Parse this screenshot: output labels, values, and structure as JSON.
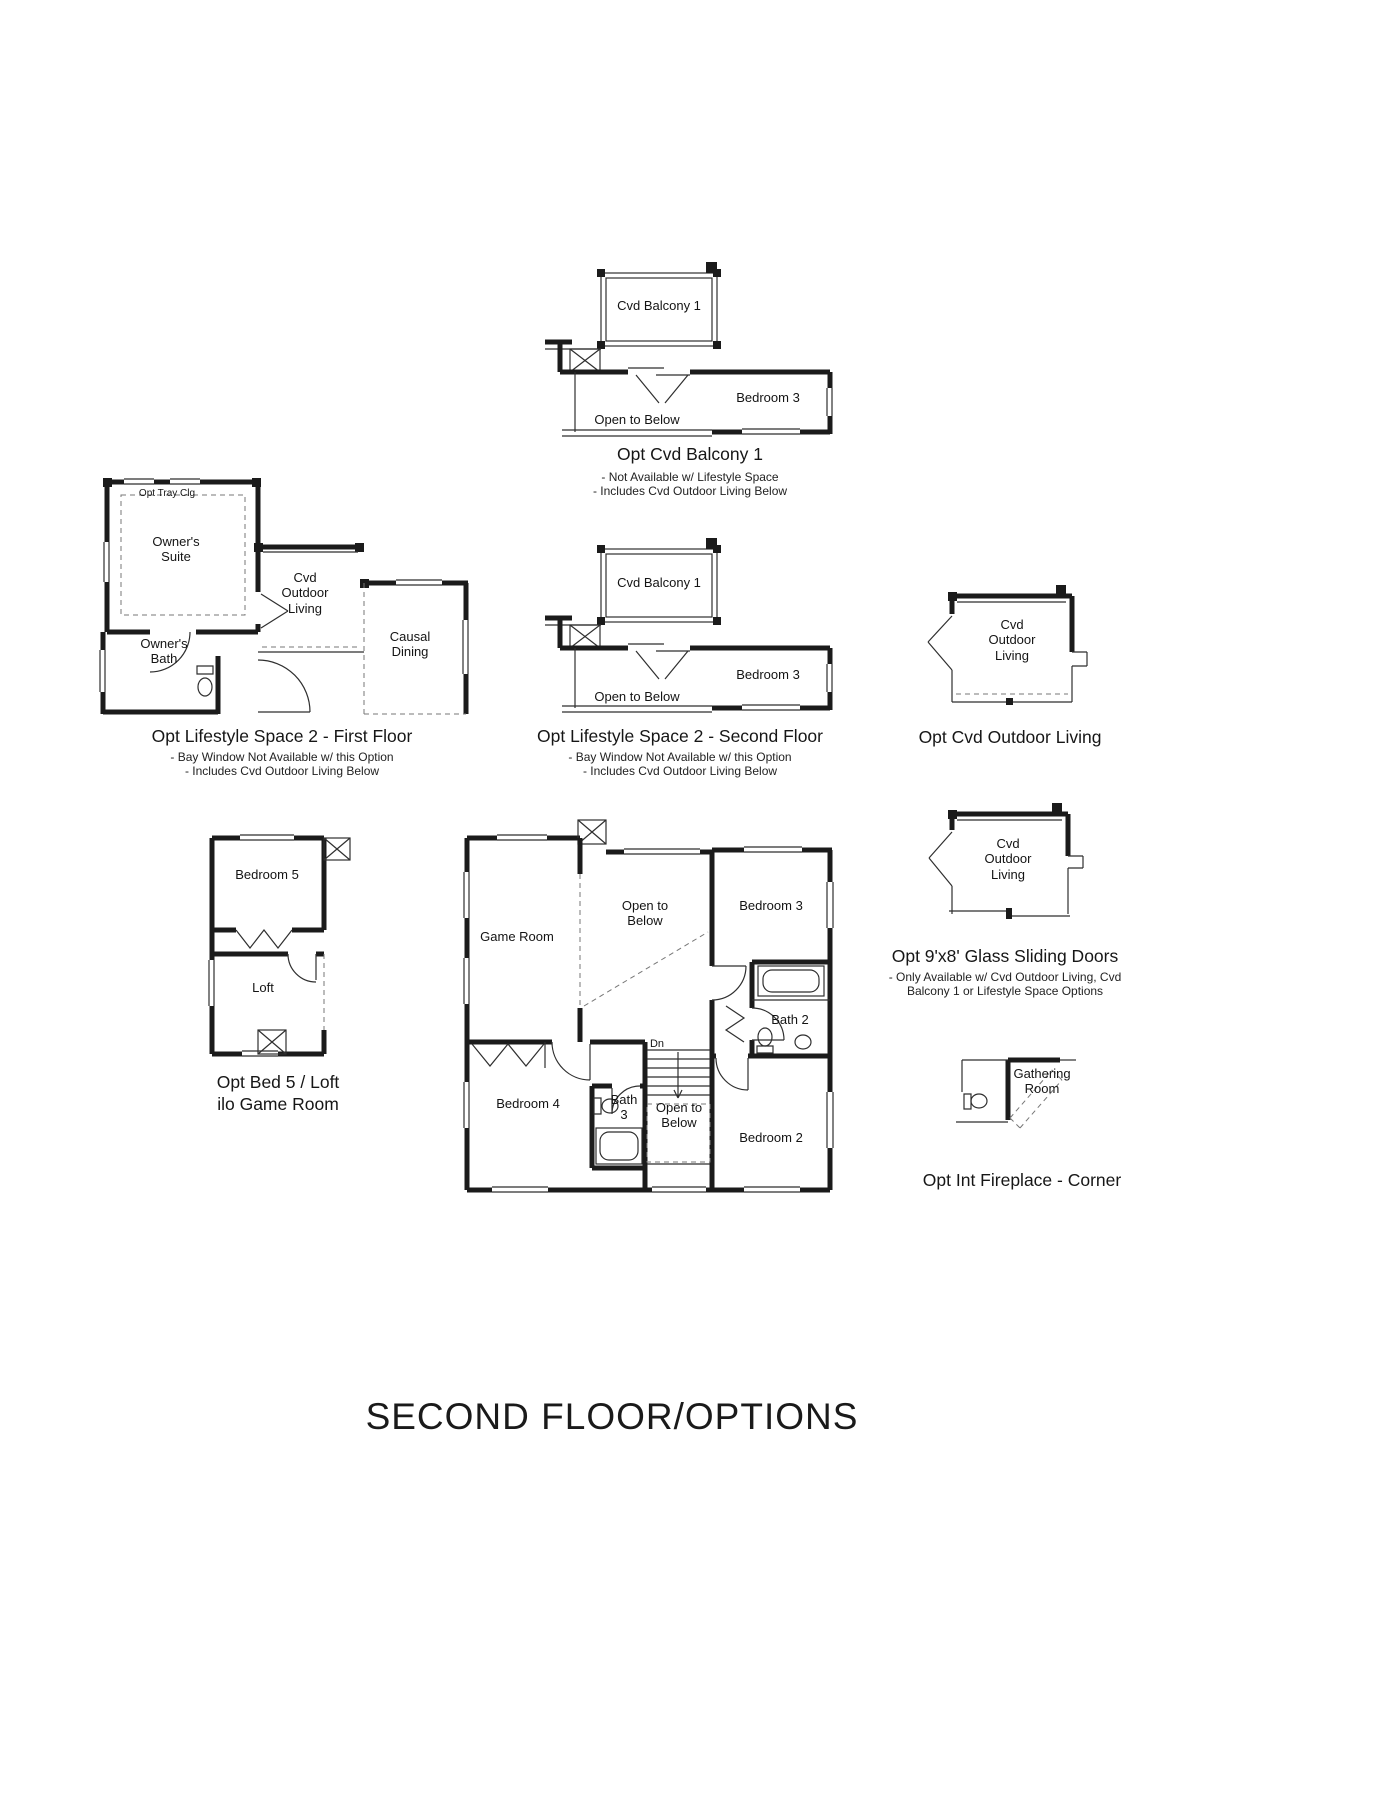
{
  "sheet": {
    "title": "SECOND FLOOR/OPTIONS"
  },
  "colors": {
    "line": "#1b1b1b",
    "background": "#ffffff"
  },
  "plans": {
    "cvd_balcony": {
      "caption": "Opt Cvd Balcony 1",
      "note1": "- Not Available w/ Lifestyle Space",
      "note2": "- Includes Cvd Outdoor Living Below",
      "room_balcony": "Cvd Balcony 1",
      "room_bedroom3": "Bedroom 3",
      "room_open_below": "Open to Below"
    },
    "lifestyle_first": {
      "caption": "Opt Lifestyle Space 2 - First Floor",
      "note1": "- Bay Window Not Available w/ this Option",
      "note2": "- Includes Cvd Outdoor Living Below",
      "room_owners_suite": "Owner's Suite",
      "room_tray": "Opt Tray Clg",
      "room_cvd_outdoor": "Cvd Outdoor Living",
      "room_causal_dining": "Causal Dining",
      "room_owners_bath": "Owner's Bath"
    },
    "lifestyle_second": {
      "caption": "Opt Lifestyle Space 2 - Second Floor",
      "note1": "- Bay Window Not Available w/ this Option",
      "note2": "- Includes Cvd Outdoor Living Below",
      "room_balcony": "Cvd Balcony 1",
      "room_bedroom3": "Bedroom 3",
      "room_open_below": "Open to Below"
    },
    "cvd_outdoor": {
      "caption": "Opt Cvd Outdoor Living",
      "room_cvd_outdoor": "Cvd Outdoor Living"
    },
    "glass_doors": {
      "caption": "Opt 9'x8' Glass Sliding Doors",
      "note1": "- Only Available w/ Cvd Outdoor Living, Cvd",
      "note2": "Balcony 1 or Lifestyle Space Options",
      "room_cvd_outdoor": "Cvd Outdoor Living"
    },
    "bed5_loft": {
      "caption_line1": "Opt Bed 5 / Loft",
      "caption_line2": "ilo Game Room",
      "room_bedroom5": "Bedroom 5",
      "room_loft": "Loft"
    },
    "main_floor": {
      "room_game_room": "Game Room",
      "room_open_below": "Open to Below",
      "room_bedroom3": "Bedroom 3",
      "room_bath2": "Bath 2",
      "room_bedroom4": "Bedroom 4",
      "room_bath3": "Bath 3",
      "room_open_below_stairs": "Open to Below",
      "room_bedroom2": "Bedroom 2",
      "stair_dn": "Dn"
    },
    "fireplace": {
      "caption": "Opt Int Fireplace - Corner",
      "room_gathering": "Gathering Room"
    }
  }
}
